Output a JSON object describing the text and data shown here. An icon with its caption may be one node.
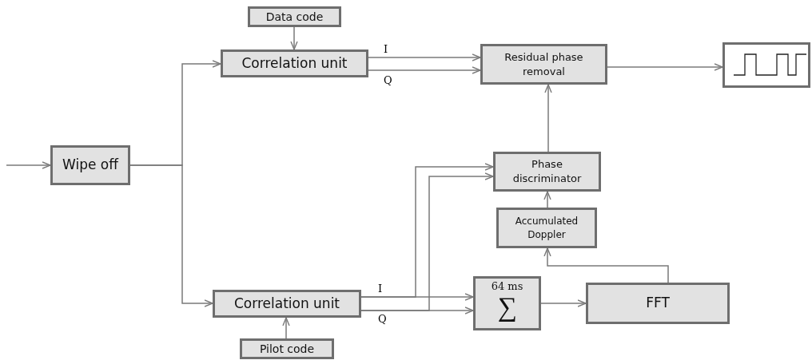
{
  "diagram": {
    "nodes": [
      {
        "text": [
          "Wipe off"
        ]
      },
      {
        "text": [
          "Data code"
        ]
      },
      {
        "text": [
          "Correlation unit"
        ]
      },
      {
        "text": [
          "Residual phase removal"
        ]
      },
      {
        "text": [],
        "shape": "picture"
      },
      {
        "text": [
          "Phase discriminator"
        ]
      },
      {
        "text": [
          "Accumulated Doppler"
        ]
      },
      {
        "text": [
          "Correlation unit"
        ]
      },
      {
        "text": [
          "64 ms",
          "∑"
        ]
      },
      {
        "text": [
          "FFT"
        ]
      },
      {
        "text": [
          "Pilot code"
        ]
      }
    ],
    "edges": [
      {
        "from": null,
        "to": 0,
        "arrow": "to"
      },
      {
        "from": 0,
        "to": 2,
        "arrow": "to"
      },
      {
        "from": 0,
        "to": 7,
        "arrow": "to"
      },
      {
        "from": 1,
        "to": 2,
        "arrow": "to"
      },
      {
        "from": 2,
        "to": 3,
        "arrow": "to",
        "label": "I"
      },
      {
        "from": 2,
        "to": 3,
        "arrow": "to",
        "label": "Q"
      },
      {
        "from": 3,
        "to": 4,
        "arrow": "to"
      },
      {
        "from": 5,
        "to": 3,
        "arrow": "to"
      },
      {
        "from": 6,
        "to": 5,
        "arrow": "to"
      },
      {
        "from": 9,
        "to": 6,
        "arrow": "to"
      },
      {
        "from": 7,
        "to": 8,
        "arrow": "to",
        "label": "I"
      },
      {
        "from": 7,
        "to": 8,
        "arrow": "to",
        "label": "Q"
      },
      {
        "from": 7,
        "to": 5,
        "arrow": "to"
      },
      {
        "from": 7,
        "to": 5,
        "arrow": "to"
      },
      {
        "from": 8,
        "to": 9,
        "arrow": "to"
      },
      {
        "from": 10,
        "to": 7,
        "arrow": "to"
      }
    ]
  }
}
